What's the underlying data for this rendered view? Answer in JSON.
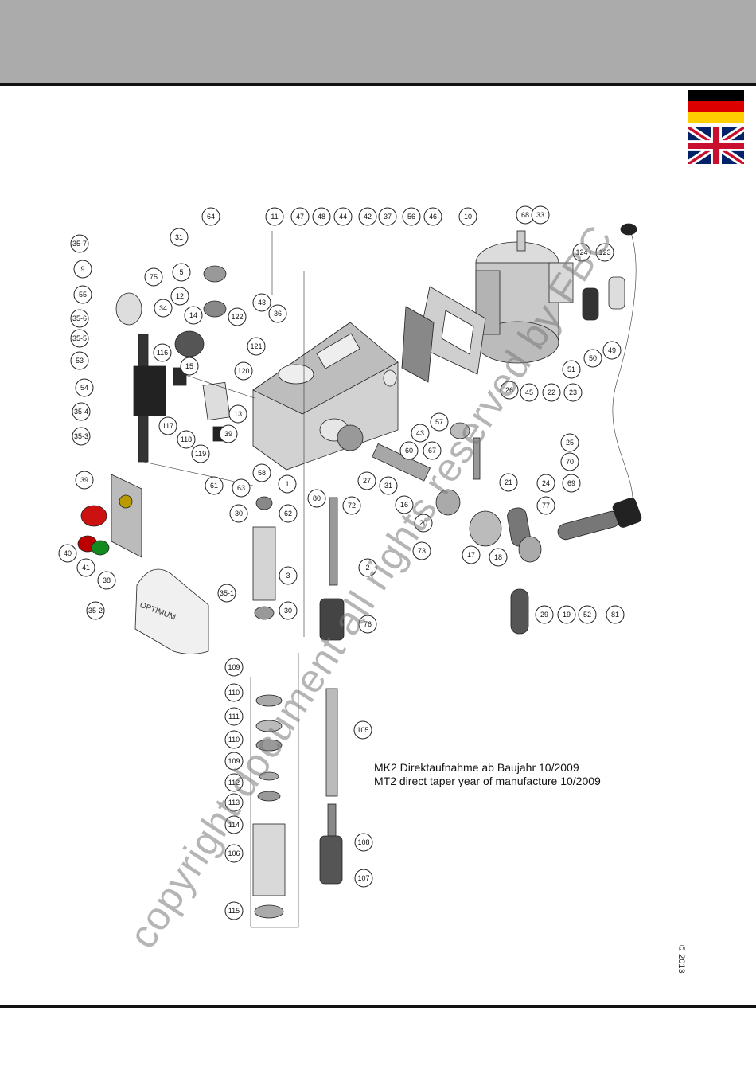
{
  "header": {
    "band_color": "#ababab"
  },
  "flags": {
    "german": "de-flag",
    "english": "gb-flag"
  },
  "watermark": {
    "text": "copyright document all rights reserved by FBC"
  },
  "caption": {
    "line_de": "MK2 Direktaufnahme ab Baujahr 10/2009",
    "line_en": "MT2 direct taper year of manufacture 10/2009"
  },
  "copyright": {
    "text": "© 2013"
  },
  "brand_label": {
    "text": "OPTIMUM"
  },
  "callouts": [
    "64",
    "31",
    "5",
    "14",
    "12",
    "34",
    "75",
    "9",
    "55",
    "35-7",
    "35-6",
    "35-5",
    "53",
    "54",
    "35-4",
    "35-3",
    "116",
    "15",
    "117",
    "118",
    "119",
    "39",
    "13",
    "120",
    "121",
    "122",
    "43",
    "36",
    "11",
    "47",
    "48",
    "44",
    "42",
    "37",
    "56",
    "46",
    "10",
    "68",
    "33",
    "124",
    "123",
    "49",
    "50",
    "51",
    "26",
    "45",
    "22",
    "23",
    "25",
    "70",
    "69",
    "57",
    "43",
    "60",
    "67",
    "21",
    "24",
    "77",
    "16",
    "31",
    "27",
    "72",
    "80",
    "61",
    "58",
    "63",
    "62",
    "30",
    "3",
    "30",
    "2",
    "76",
    "39",
    "40",
    "41",
    "38",
    "35-1",
    "35-2",
    "20",
    "73",
    "17",
    "18",
    "29",
    "19",
    "52",
    "81",
    "109",
    "110",
    "111",
    "110",
    "109",
    "112",
    "113",
    "114",
    "106",
    "115",
    "105",
    "108",
    "107",
    "1"
  ]
}
